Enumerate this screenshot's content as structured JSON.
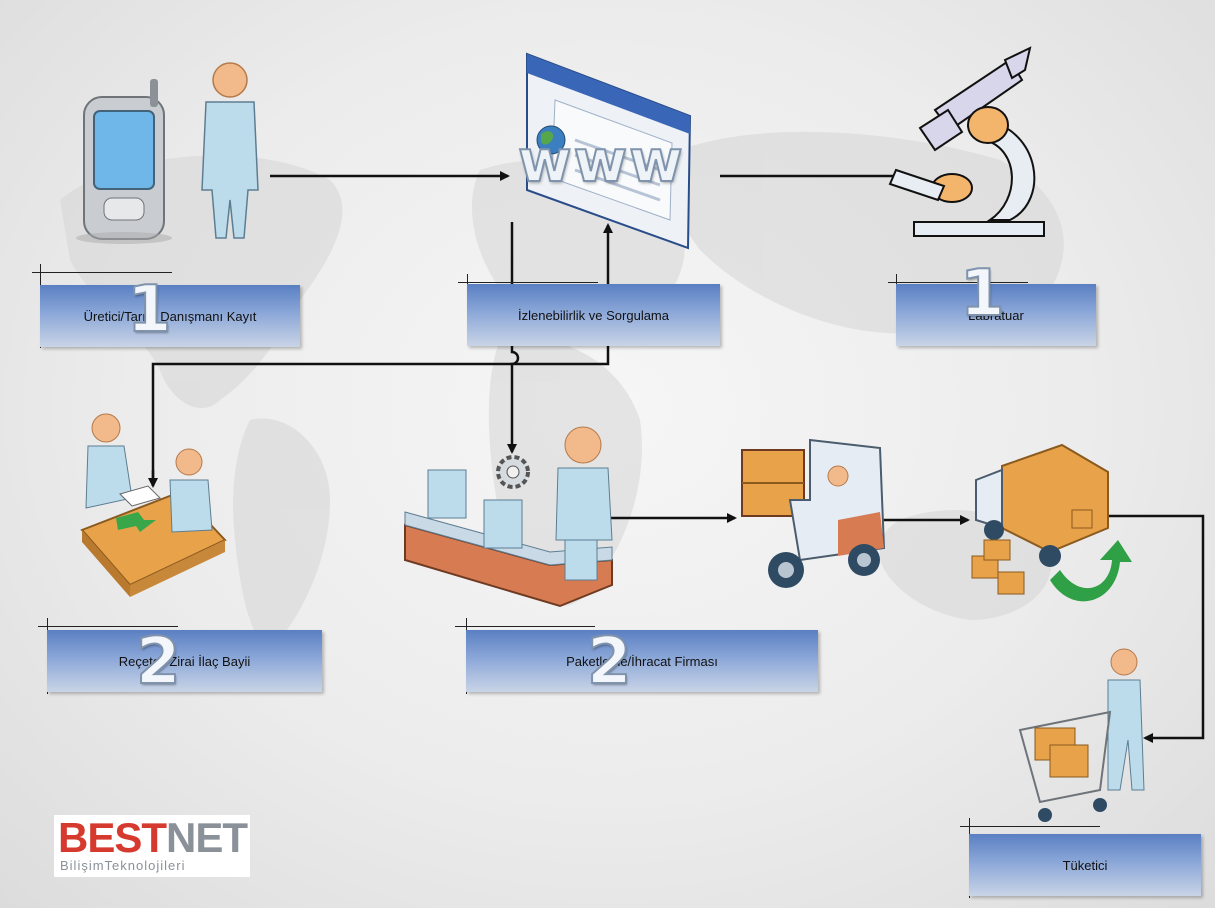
{
  "labels": {
    "register": "Üretici/Tarım Danışmanı Kayıt",
    "trace": "İzlenebilirlik ve Sorgulama",
    "lab": "Labratuar",
    "dealer": "Reçeteli Zirai İlaç Bayii",
    "packer": "Paketleme/İhracat Firması",
    "consumer": "Tüketici"
  },
  "web_text": "www",
  "numbers": {
    "one": "1",
    "two": "2"
  },
  "logo": {
    "brand_a": "BEST",
    "brand_b": "NET",
    "sub": "BilişimTeknolojileri"
  },
  "colors": {
    "box_top": "#5a7fc2",
    "box_bottom": "#c9d4e6",
    "accent_orange": "#e8a24a",
    "logo_red": "#d63a2f",
    "logo_gray": "#8a9199"
  },
  "icons": [
    "phone-icon",
    "person-icon",
    "browser-icon",
    "globe-icon",
    "microscope-icon",
    "meeting-icon",
    "conveyor-icon",
    "gear-icon",
    "forklift-icon",
    "truck-icon",
    "shopping-cart-icon"
  ]
}
